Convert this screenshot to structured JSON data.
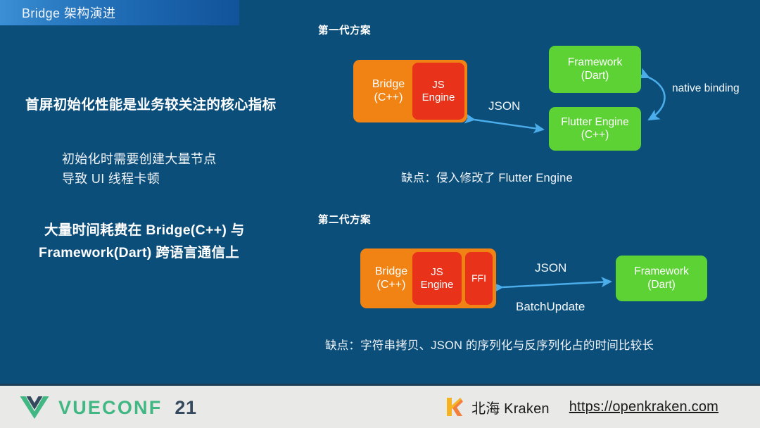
{
  "slide": {
    "title": "Bridge 架构演进",
    "background_color": "#0c4e7a",
    "title_bar_gradient_from": "#3b8fd4",
    "title_bar_gradient_to": "#12539a"
  },
  "left_panel": {
    "lead_statement": "首屏初始化性能是业务较关注的核心指标",
    "detail_line_1": "初始化时需要创建大量节点",
    "detail_line_2": "导致 UI 线程卡顿",
    "conclusion_line_1": "大量时间耗费在 Bridge(C++) 与",
    "conclusion_line_2": "Framework(Dart) 跨语言通信上"
  },
  "generation_1": {
    "heading": "第一代方案",
    "boxes": {
      "bridge_line_1": "Bridge",
      "bridge_line_2": "(C++)",
      "js_engine_line_1": "JS",
      "js_engine_line_2": "Engine",
      "framework_line_1": "Framework",
      "framework_line_2": "(Dart)",
      "flutter_engine_line_1": "Flutter Engine",
      "flutter_engine_line_2": "(C++)"
    },
    "arrow_labels": {
      "json": "JSON",
      "native_binding": "native binding"
    },
    "caption": "缺点：侵入修改了 Flutter Engine"
  },
  "generation_2": {
    "heading": "第二代方案",
    "boxes": {
      "bridge_line_1": "Bridge",
      "bridge_line_2": "(C++)",
      "js_engine_line_1": "JS",
      "js_engine_line_2": "Engine",
      "ffi": "FFI",
      "framework_line_1": "Framework",
      "framework_line_2": "(Dart)"
    },
    "arrow_labels": {
      "json": "JSON",
      "batch_update": "BatchUpdate"
    },
    "caption": "缺点：字符串拷贝、JSON 的序列化与反序列化占的时间比较长"
  },
  "colors": {
    "orange_box": "#f08313",
    "red_box": "#e8321a",
    "green_box": "#5dd235",
    "arrow": "#4badea",
    "vue_green": "#41b883",
    "vue_navy": "#35495e",
    "kraken_gold": "#f5b324",
    "kraken_orange": "#f2803c"
  },
  "footer": {
    "vueconf_word": "VUECONF",
    "vueconf_year": "21",
    "kraken_name": "北海 Kraken",
    "kraken_url": "https://openkraken.com"
  }
}
